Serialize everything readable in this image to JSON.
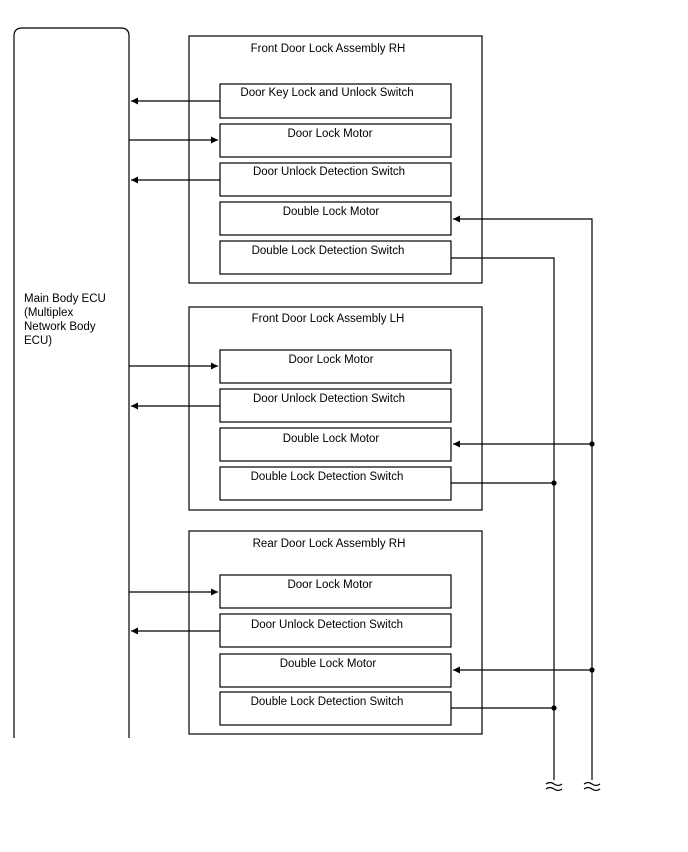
{
  "ecu": {
    "label_lines": [
      "Main Body ECU",
      "(Multiplex",
      "Network Body",
      "ECU)"
    ]
  },
  "assemblies": [
    {
      "title": "Front Door Lock Assembly RH",
      "components": [
        "Door Key Lock and Unlock Switch",
        "Door Lock Motor",
        "Door Unlock Detection Switch",
        "Double Lock Motor",
        "Double Lock Detection Switch"
      ]
    },
    {
      "title": "Front Door Lock Assembly LH",
      "components": [
        "Door Lock Motor",
        "Door Unlock Detection Switch",
        "Double Lock Motor",
        "Double Lock Detection Switch"
      ]
    },
    {
      "title": "Rear Door Lock Assembly RH",
      "components": [
        "Door Lock Motor",
        "Door Unlock Detection Switch",
        "Double Lock Motor",
        "Double Lock Detection Switch"
      ]
    }
  ]
}
